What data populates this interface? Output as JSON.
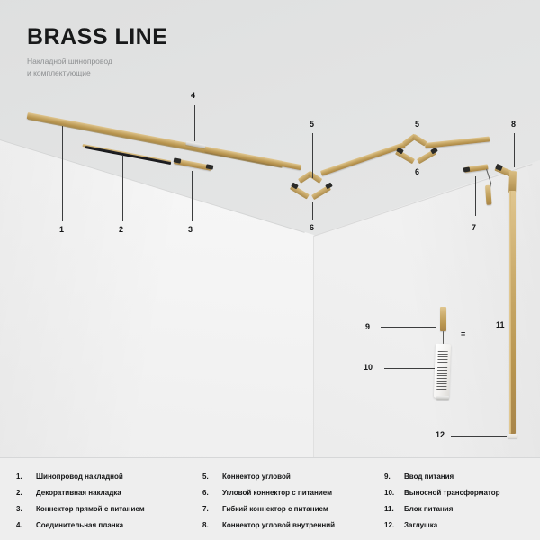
{
  "header": {
    "title": "BRASS LINE",
    "subtitle_line1": "Накладной шинопровод",
    "subtitle_line2": "и комплектующие"
  },
  "colors": {
    "gold": "#c2a263",
    "gold_light": "#e0c68f",
    "gold_dark": "#a8854a",
    "ceiling": "#e1e2e2",
    "wall_left": "#f7f7f7",
    "wall_right": "#f1f1f1",
    "legend_bg": "#eeeeee",
    "text": "#141516",
    "subtitle": "#8d8f91",
    "leader": "#3c3d3e"
  },
  "callouts": [
    {
      "id": "1",
      "label": "1"
    },
    {
      "id": "2",
      "label": "2"
    },
    {
      "id": "3",
      "label": "3"
    },
    {
      "id": "4",
      "label": "4"
    },
    {
      "id": "5a",
      "label": "5"
    },
    {
      "id": "5b",
      "label": "5"
    },
    {
      "id": "6a",
      "label": "6"
    },
    {
      "id": "6b",
      "label": "6"
    },
    {
      "id": "7",
      "label": "7"
    },
    {
      "id": "8",
      "label": "8"
    },
    {
      "id": "9",
      "label": "9"
    },
    {
      "id": "10",
      "label": "10"
    },
    {
      "id": "11",
      "label": "11"
    },
    {
      "id": "12",
      "label": "12"
    }
  ],
  "equals_sign": "=",
  "legend": {
    "column1": [
      {
        "num": "1.",
        "text": "Шинопровод накладной"
      },
      {
        "num": "2.",
        "text": "Декоративная накладка"
      },
      {
        "num": "3.",
        "text": "Коннектор прямой с питанием"
      },
      {
        "num": "4.",
        "text": "Соединительная планка"
      }
    ],
    "column2": [
      {
        "num": "5.",
        "text": "Коннектор угловой"
      },
      {
        "num": "6.",
        "text": "Угловой коннектор с питанием"
      },
      {
        "num": "7.",
        "text": "Гибкий коннектор с питанием"
      },
      {
        "num": "8.",
        "text": "Коннектор угловой внутренний"
      }
    ],
    "column3": [
      {
        "num": "9.",
        "text": "Ввод питания"
      },
      {
        "num": "10.",
        "text": "Выносной трансформатор"
      },
      {
        "num": "11.",
        "text": "Блок питания"
      },
      {
        "num": "12.",
        "text": "Заглушка"
      }
    ]
  }
}
